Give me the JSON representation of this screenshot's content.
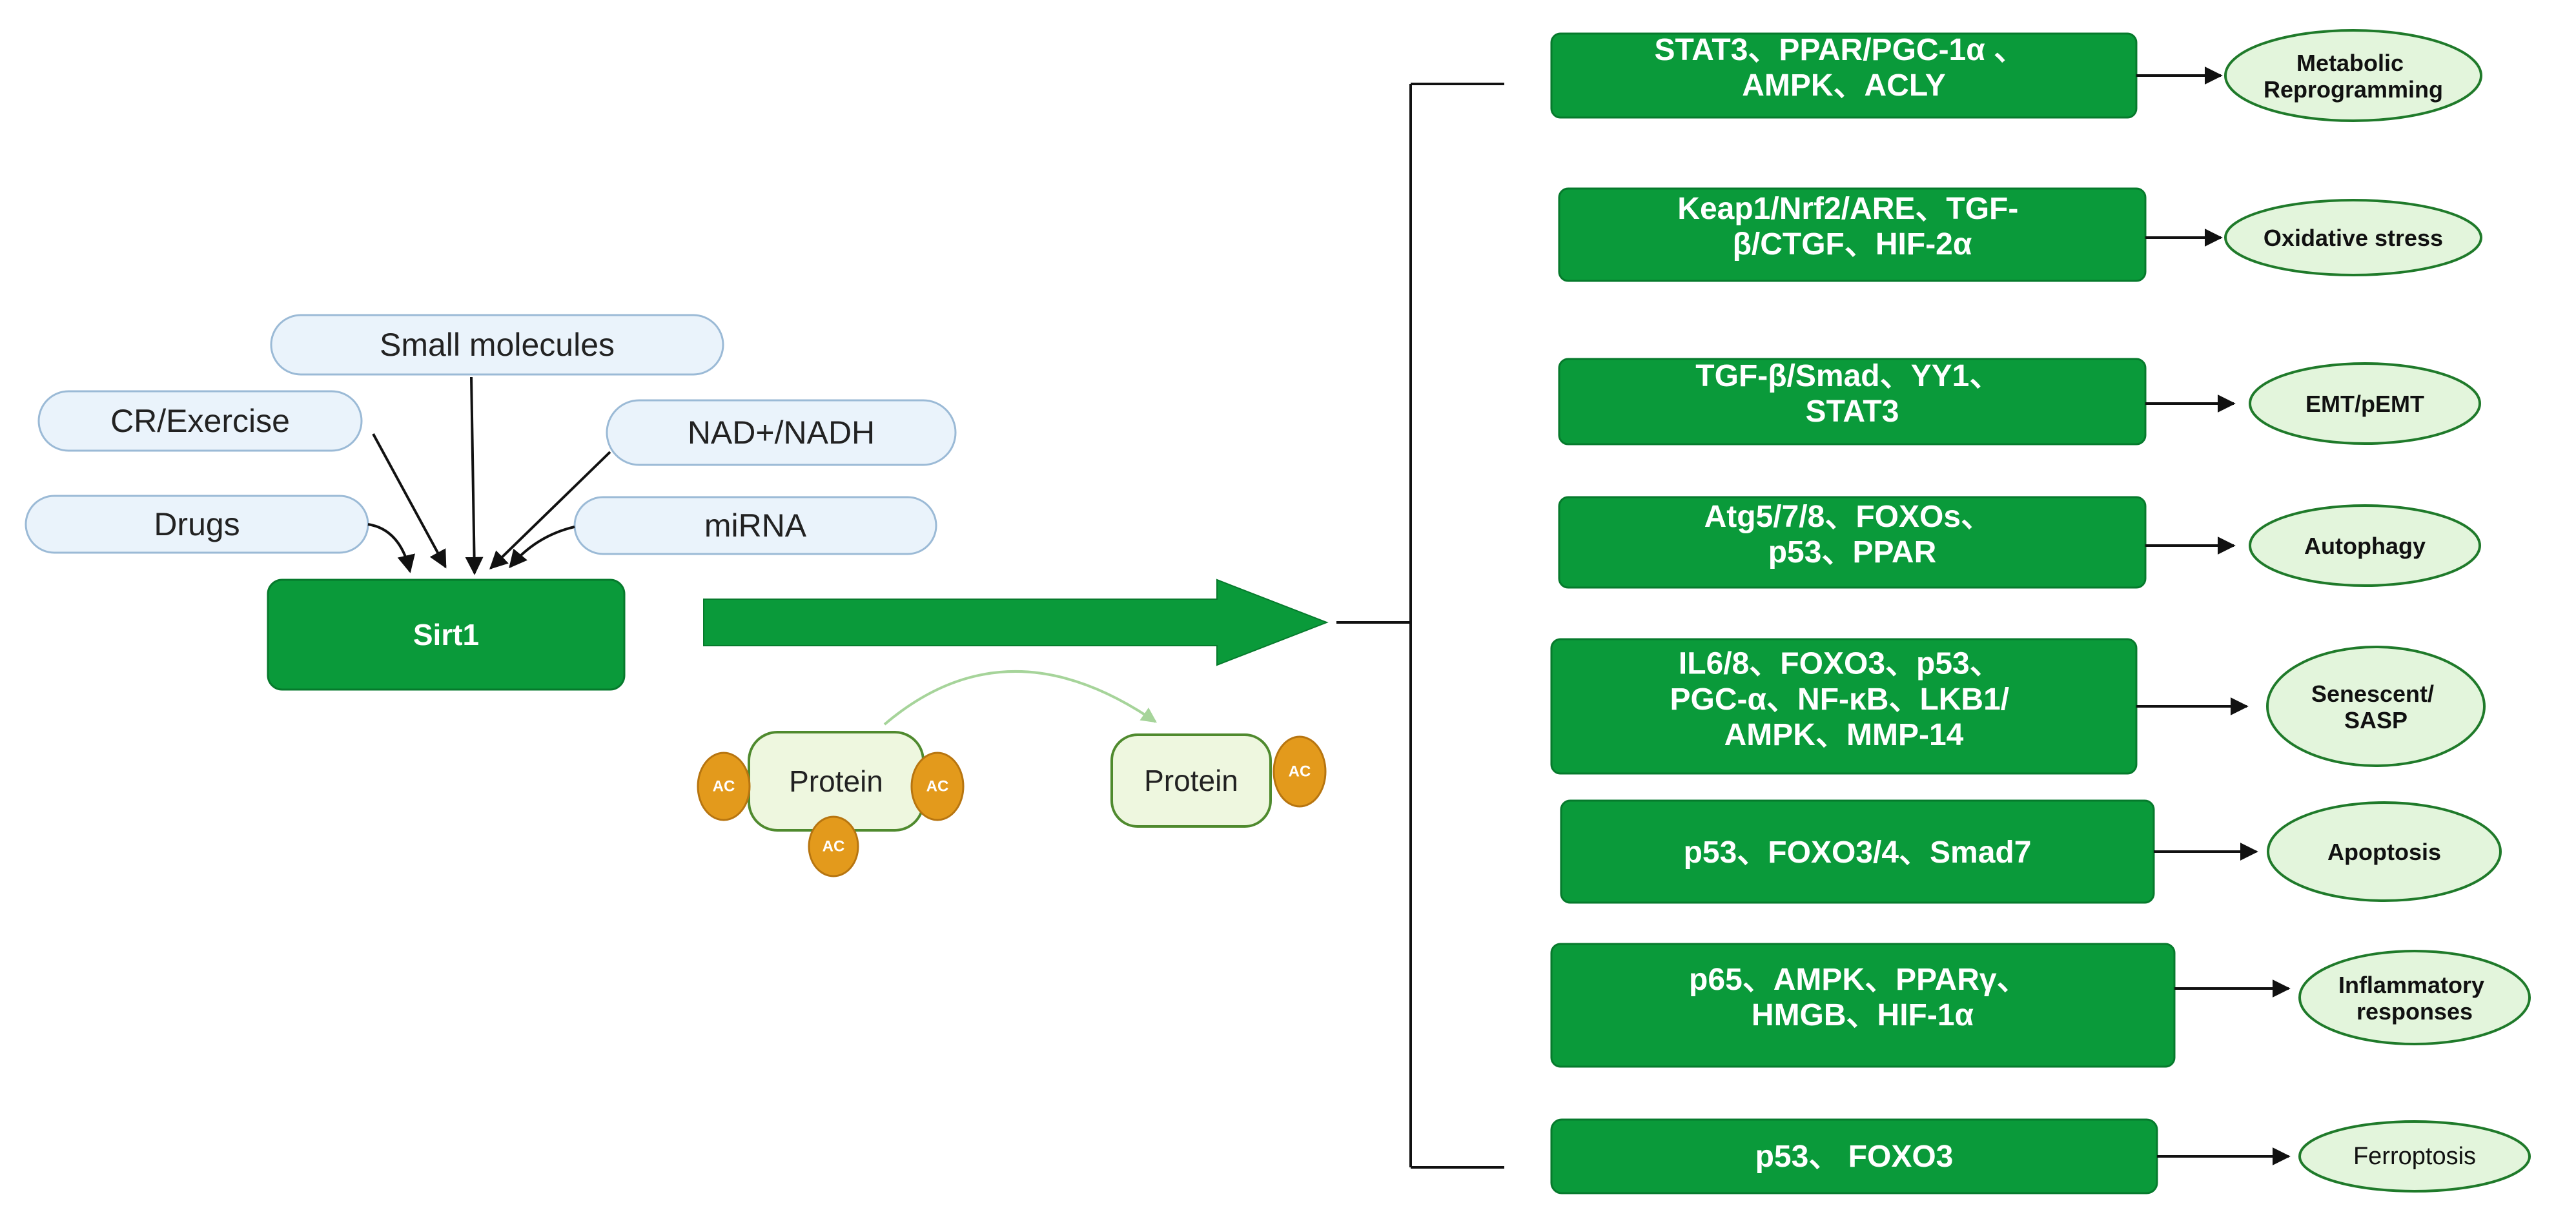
{
  "colors": {
    "green": "#0a9a3a",
    "green_dark": "#067a2c",
    "pill_fill": "#eaf3fb",
    "pill_stroke": "#9bbad6",
    "outcome_fill": "#e3f5dc",
    "outcome_stroke": "#1f7a2a",
    "ac_fill": "#e39a1c",
    "ac_stroke": "#b77510",
    "protein_fill": "#eef7df",
    "protein_stroke": "#4f8a2e"
  },
  "regulators": [
    {
      "label": "Small molecules"
    },
    {
      "label": "CR/Exercise"
    },
    {
      "label": "NAD+/NADH"
    },
    {
      "label": "Drugs"
    },
    {
      "label": "miRNA"
    }
  ],
  "sirt1": {
    "label": "Sirt1"
  },
  "protein_left": {
    "label": "Protein"
  },
  "protein_right": {
    "label": "Protein"
  },
  "ac_label": "AC",
  "pathways": [
    {
      "lines": [
        "STAT3、PPAR/PGC-1α 、",
        "AMPK、ACLY"
      ],
      "outcome": [
        "Metabolic",
        "Reprogramming"
      ]
    },
    {
      "lines": [
        "Keap1/Nrf2/ARE、TGF-",
        "β/CTGF、HIF-2α"
      ],
      "outcome": [
        "Oxidative stress"
      ]
    },
    {
      "lines": [
        "TGF-β/Smad、YY1、",
        "STAT3"
      ],
      "outcome": [
        "EMT/pEMT"
      ]
    },
    {
      "lines": [
        "Atg5/7/8、FOXOs、",
        "p53、PPAR"
      ],
      "outcome": [
        "Autophagy"
      ]
    },
    {
      "lines": [
        "IL6/8、FOXO3、p53、",
        "PGC-α、NF-κB、LKB1/",
        "AMPK、MMP-14"
      ],
      "outcome": [
        "Senescent/",
        "SASP"
      ]
    },
    {
      "lines": [
        "p53、FOXO3/4、Smad7"
      ],
      "outcome": [
        "Apoptosis"
      ]
    },
    {
      "lines": [
        "p65、AMPK、PPARγ、",
        "HMGB、HIF-1α"
      ],
      "outcome": [
        "Inflammatory",
        "responses"
      ]
    },
    {
      "lines": [
        "p53、 FOXO3"
      ],
      "outcome": [
        "Ferroptosis"
      ]
    }
  ]
}
